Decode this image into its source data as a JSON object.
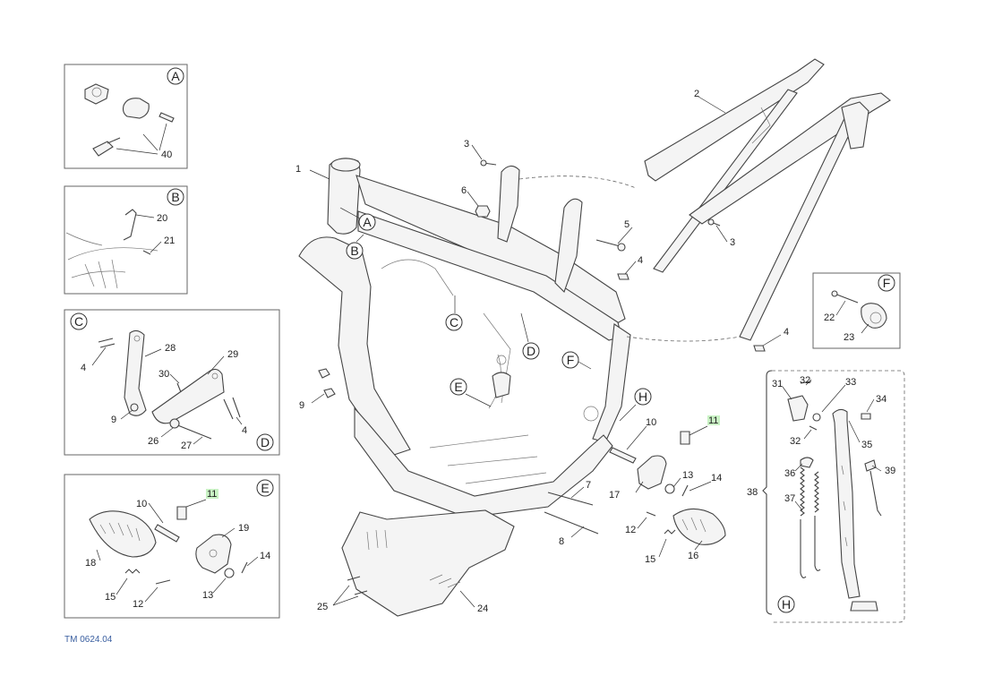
{
  "drawing_code": "TM 0624.04",
  "detail_letters": [
    "A",
    "B",
    "C",
    "D",
    "E",
    "F",
    "H"
  ],
  "part_numbers": {
    "p1": "1",
    "p2": "2",
    "p3a": "3",
    "p3b": "3",
    "p4a": "4",
    "p4b": "4",
    "p5": "5",
    "p6": "6",
    "p7": "7",
    "p8": "8",
    "p9": "9",
    "p10": "10",
    "p11": "11",
    "p12": "12",
    "p13": "13",
    "p14": "14",
    "p15": "15",
    "p16": "16",
    "p17": "17",
    "p24": "24",
    "p25": "25"
  },
  "detail_A": {
    "letter": "A",
    "n40": "40"
  },
  "detail_B": {
    "letter": "B",
    "n20": "20",
    "n21": "21"
  },
  "detail_C": {
    "letter": "C",
    "letter2": "D",
    "n4a": "4",
    "n4b": "4",
    "n9": "9",
    "n26": "26",
    "n27": "27",
    "n28": "28",
    "n29": "29",
    "n30": "30"
  },
  "detail_E": {
    "letter": "E",
    "n10": "10",
    "n11": "11",
    "n12": "12",
    "n13": "13",
    "n14": "14",
    "n15": "15",
    "n18": "18",
    "n19": "19"
  },
  "detail_F": {
    "letter": "F",
    "n22": "22",
    "n23": "23"
  },
  "detail_H": {
    "letter": "H",
    "n31": "31",
    "n32a": "32",
    "n32b": "32",
    "n33": "33",
    "n34": "34",
    "n35": "35",
    "n36": "36",
    "n37": "37",
    "n38": "38",
    "n39": "39"
  },
  "callouts": {
    "A": "A",
    "B": "B",
    "C": "C",
    "D": "D",
    "E": "E",
    "F": "F",
    "H": "H"
  },
  "highlight_color": "#c9f2c4"
}
